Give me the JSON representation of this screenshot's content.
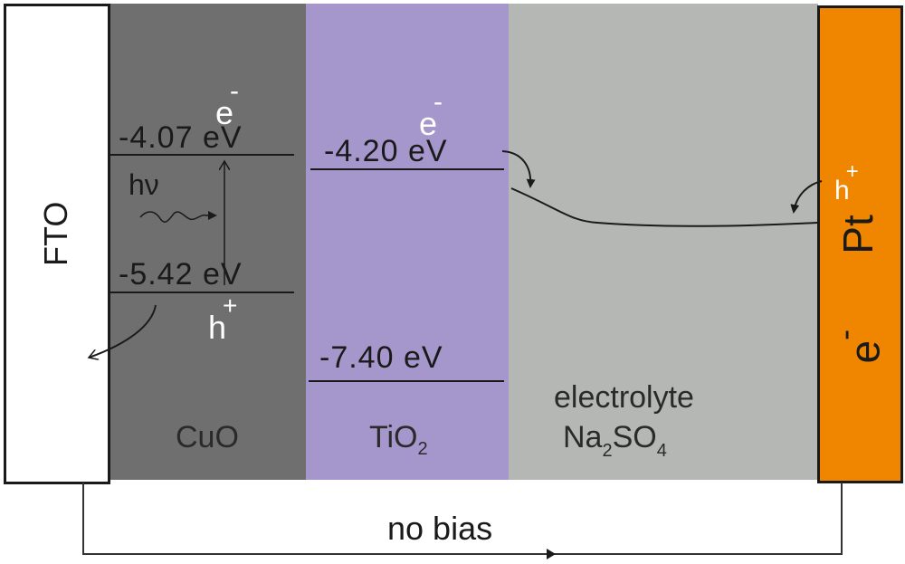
{
  "diagram": {
    "title": "CuO/TiO2 band alignment photoelectrochemical cell (no bias)",
    "colors": {
      "fto": "#ffffff",
      "cuo": "#6f6f6f",
      "tio2": "#a597cb",
      "electrolyte": "#b5b7b5",
      "pt": "#f08500",
      "lines": "#1a1a1a"
    },
    "layers": {
      "fto": {
        "label": "FTO"
      },
      "cuo": {
        "label": "CuO",
        "cb_energy": "-4.07 eV",
        "vb_energy": "-5.42 eV",
        "electron": "e",
        "electron_charge": "-",
        "hole": "h",
        "hole_charge": "+",
        "photon": "hν"
      },
      "tio2": {
        "label_main": "TiO",
        "label_sub": "2",
        "cb_energy": "-4.20 eV",
        "vb_energy": "-7.40 eV",
        "electron": "e",
        "electron_charge": "-"
      },
      "electrolyte": {
        "label_line1": "electrolyte",
        "label_na": "Na",
        "label_sub2": "2",
        "label_so": "SO",
        "label_sub4": "4"
      },
      "pt": {
        "label": "Pt",
        "electron": "e",
        "electron_charge": "-",
        "hole": "h",
        "hole_charge": "+"
      }
    },
    "circuit": {
      "label": "no bias"
    },
    "icons": {
      "photon-wavy-arrow": "wavy arrow (hν excitation)",
      "excitation-arrow": "vertical up arrow",
      "hole-transfer-arrow": "curved arrow to FTO",
      "electron-transfer-arrow": "curved arrow from TiO2 CB",
      "pt-hole-arrow": "curved arrow from Pt",
      "circuit-arrow": "right-pointing arrowhead"
    }
  }
}
